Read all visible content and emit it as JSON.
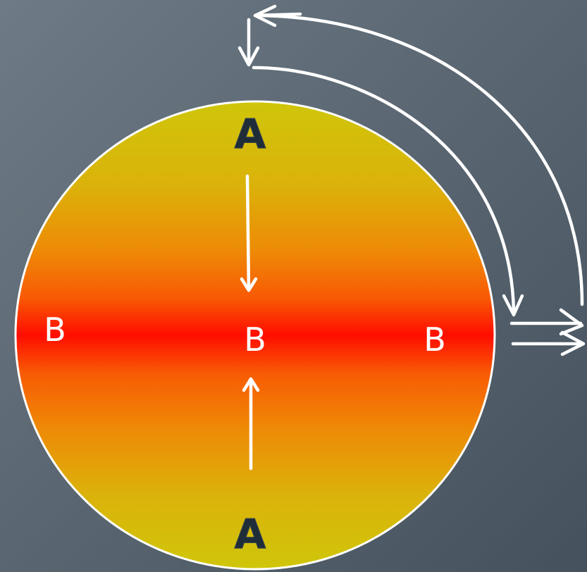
{
  "diagram": {
    "labels": {
      "top": "A",
      "bottom": "A",
      "left": "B",
      "center": "B",
      "right": "B"
    },
    "colors": {
      "background_light": "#6e7a85",
      "background_dark": "#45515d",
      "disc_pole": "#cfc60a",
      "disc_mid": "#f07a05",
      "disc_equator": "#ff0d00",
      "disc_outline": "#ffffff",
      "arrow": "#ffffff",
      "label_a": "#1f2d38",
      "label_b": "#ffffff"
    }
  }
}
